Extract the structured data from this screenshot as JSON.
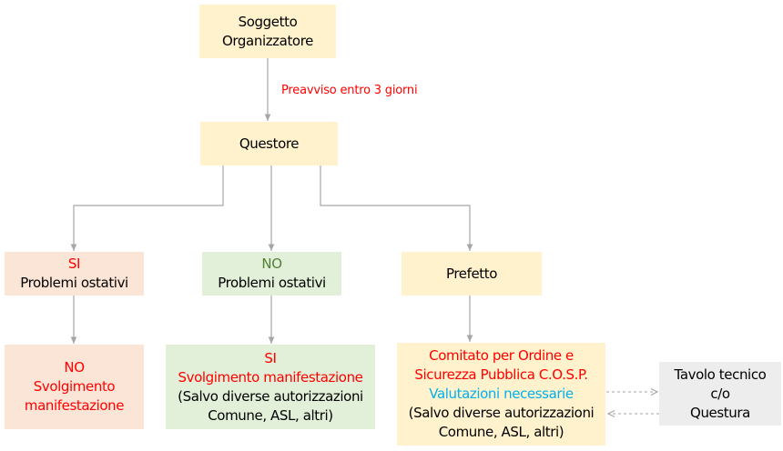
{
  "nodes": {
    "organizer": {
      "line1": "Soggetto",
      "line2": "Organizzatore"
    },
    "questore": {
      "label": "Questore"
    },
    "si_problems": {
      "status": "SI",
      "text": "Problemi ostativi"
    },
    "no_problems": {
      "status": "NO",
      "text": "Problemi ostativi"
    },
    "prefetto": {
      "label": "Prefetto"
    },
    "no_event": {
      "status": "NO",
      "line1": "Svolgimento",
      "line2": "manifestazione"
    },
    "si_event": {
      "status": "SI",
      "line1": "Svolgimento manifestazione",
      "line2": "(Salvo diverse autorizzazioni",
      "line3": "Comune, ASL, altri)"
    },
    "cosp": {
      "line1": "Comitato per Ordine e",
      "line2": "Sicurezza Pubblica C.O.S.P.",
      "line3": "Valutazioni necessarie",
      "line4": "(Salvo diverse autorizzazioni",
      "line5": "Comune, ASL, altri)"
    },
    "tavolo": {
      "line1": "Tavolo tecnico",
      "line2": "c/o",
      "line3": "Questura"
    }
  },
  "edge_labels": {
    "preavviso": "Preavviso entro 3 giorni"
  },
  "colors": {
    "yellow_fill": "#fff2cc",
    "peach_fill": "#fbe5d6",
    "green_fill": "#e2f0d9",
    "gray_fill": "#ededed",
    "red_text": "#ff0000",
    "green_text": "#538135",
    "blue_text": "#00b0f0",
    "connector": "#a6a6a6"
  }
}
